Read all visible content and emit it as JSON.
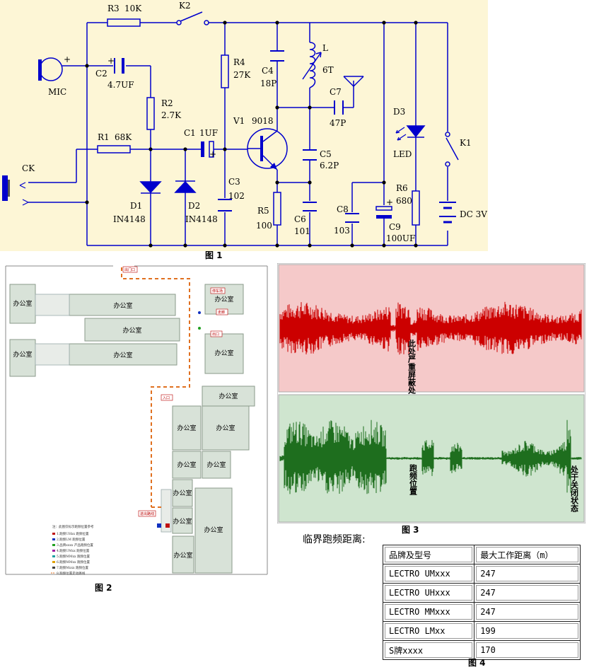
{
  "figure1": {
    "caption": "图 1",
    "labels": {
      "r3": "R3",
      "r3_val": "10K",
      "k2": "K2",
      "mic": "MIC",
      "c2": "C2",
      "c2_val": "4.7UF",
      "r2": "R2",
      "r2_val": "2.7K",
      "r4": "R4",
      "r4_val": "27K",
      "c4": "C4",
      "c4_val": "18P",
      "l": "L",
      "l_val": "6T",
      "c7": "C7",
      "c7_val": "47P",
      "v1": "V1",
      "v1_val": "9018",
      "r1": "R1",
      "r1_val": "68K",
      "c1": "C1",
      "c1_val": "1UF",
      "ck": "CK",
      "d1": "D1",
      "d1_val": "IN4148",
      "d2": "D2",
      "d2_val": "IN4148",
      "c3": "C3",
      "c3_val": "102",
      "c5": "C5",
      "c5_val": "6.2P",
      "r5": "R5",
      "r5_val": "100",
      "c6": "C6",
      "c6_val": "101",
      "c8": "C8",
      "c8_val": "103",
      "c9": "C9",
      "c9_val": "100UF",
      "d3": "D3",
      "led": "LED",
      "r6": "R6",
      "r6_val": "680",
      "k1": "K1",
      "dc": "DC 3V",
      "plus": "+"
    }
  },
  "figure2": {
    "caption": "图 2",
    "office": "办公室",
    "markers": [
      "出门口",
      "停车场",
      "走廊",
      "出口",
      "入口",
      "进出路线"
    ],
    "legend": [
      "注：此图仅标示跑频位置参考",
      "1.跑频UHxx 跑频位置",
      "2.跑频LM 跑频位置",
      "3.品牌xxxx 产品跑频位置",
      "4.跑频UMxx 跑频位置",
      "5.跑频MMxx 跑频位置",
      "6.跑频MMxx 跑频位置",
      "7.跑频Mxxx 跑频位置",
      "8.跑频位置走动路线"
    ]
  },
  "figure3": {
    "caption": "图 3",
    "red_label": "此处严重屏蔽处",
    "green_label_1": "跑频位置",
    "green_label_2": "处于关闭状态",
    "colors": {
      "red_bg": "#f5c9c9",
      "red_wave": "#cc0000",
      "green_bg": "#cfe5cf",
      "green_wave": "#1e6e1e"
    }
  },
  "critical_label": "临界跑频距离:",
  "figure4": {
    "caption": "图 4",
    "header": [
      "品牌及型号",
      "最大工作距离（m）"
    ],
    "rows": [
      [
        "LECTRO UMxxx",
        "247"
      ],
      [
        "LECTRO UHxxx",
        "247"
      ],
      [
        "LECTRO MMxxx",
        "247"
      ],
      [
        "LECTRO LMxx",
        "199"
      ],
      [
        "S牌xxxx",
        "170"
      ]
    ]
  }
}
